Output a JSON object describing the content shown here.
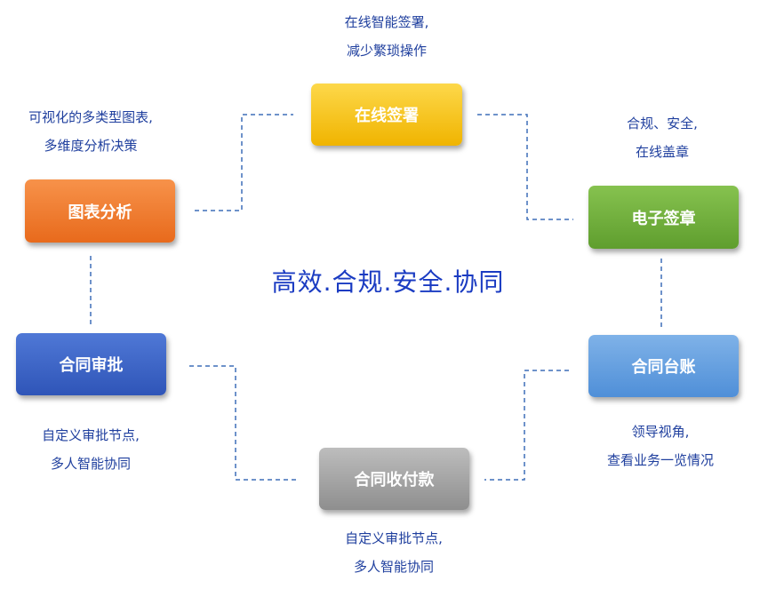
{
  "center_title": "高效.合规.安全.协同",
  "colors": {
    "connector": "#3f6fb8",
    "text": "#1f3f9e",
    "title": "#1a3bc2"
  },
  "nodes": {
    "sign": {
      "label": "在线签署",
      "desc1": "在线智能签署,",
      "desc2": "减少繁琐操作",
      "color_top": "#fdd84a",
      "color_bottom": "#f0b400"
    },
    "seal": {
      "label": "电子签章",
      "desc1": "合规、安全,",
      "desc2": "在线盖章",
      "color_top": "#86c24f",
      "color_bottom": "#5f9e2e"
    },
    "ledger": {
      "label": "合同台账",
      "desc1": "领导视角,",
      "desc2": "查看业务一览情况",
      "color_top": "#7fb2e8",
      "color_bottom": "#4f8fd8"
    },
    "payment": {
      "label": "合同收付款",
      "desc1": "自定义审批节点,",
      "desc2": "多人智能协同",
      "color_top": "#bdbdbd",
      "color_bottom": "#8e8e8e"
    },
    "approval": {
      "label": "合同审批",
      "desc1": "自定义审批节点,",
      "desc2": "多人智能协同",
      "color_top": "#4f78d6",
      "color_bottom": "#2f55b8"
    },
    "chart": {
      "label": "图表分析",
      "desc1": "可视化的多类型图表,",
      "desc2": "多维度分析决策",
      "color_top": "#f7924a",
      "color_bottom": "#e86a1c"
    }
  }
}
